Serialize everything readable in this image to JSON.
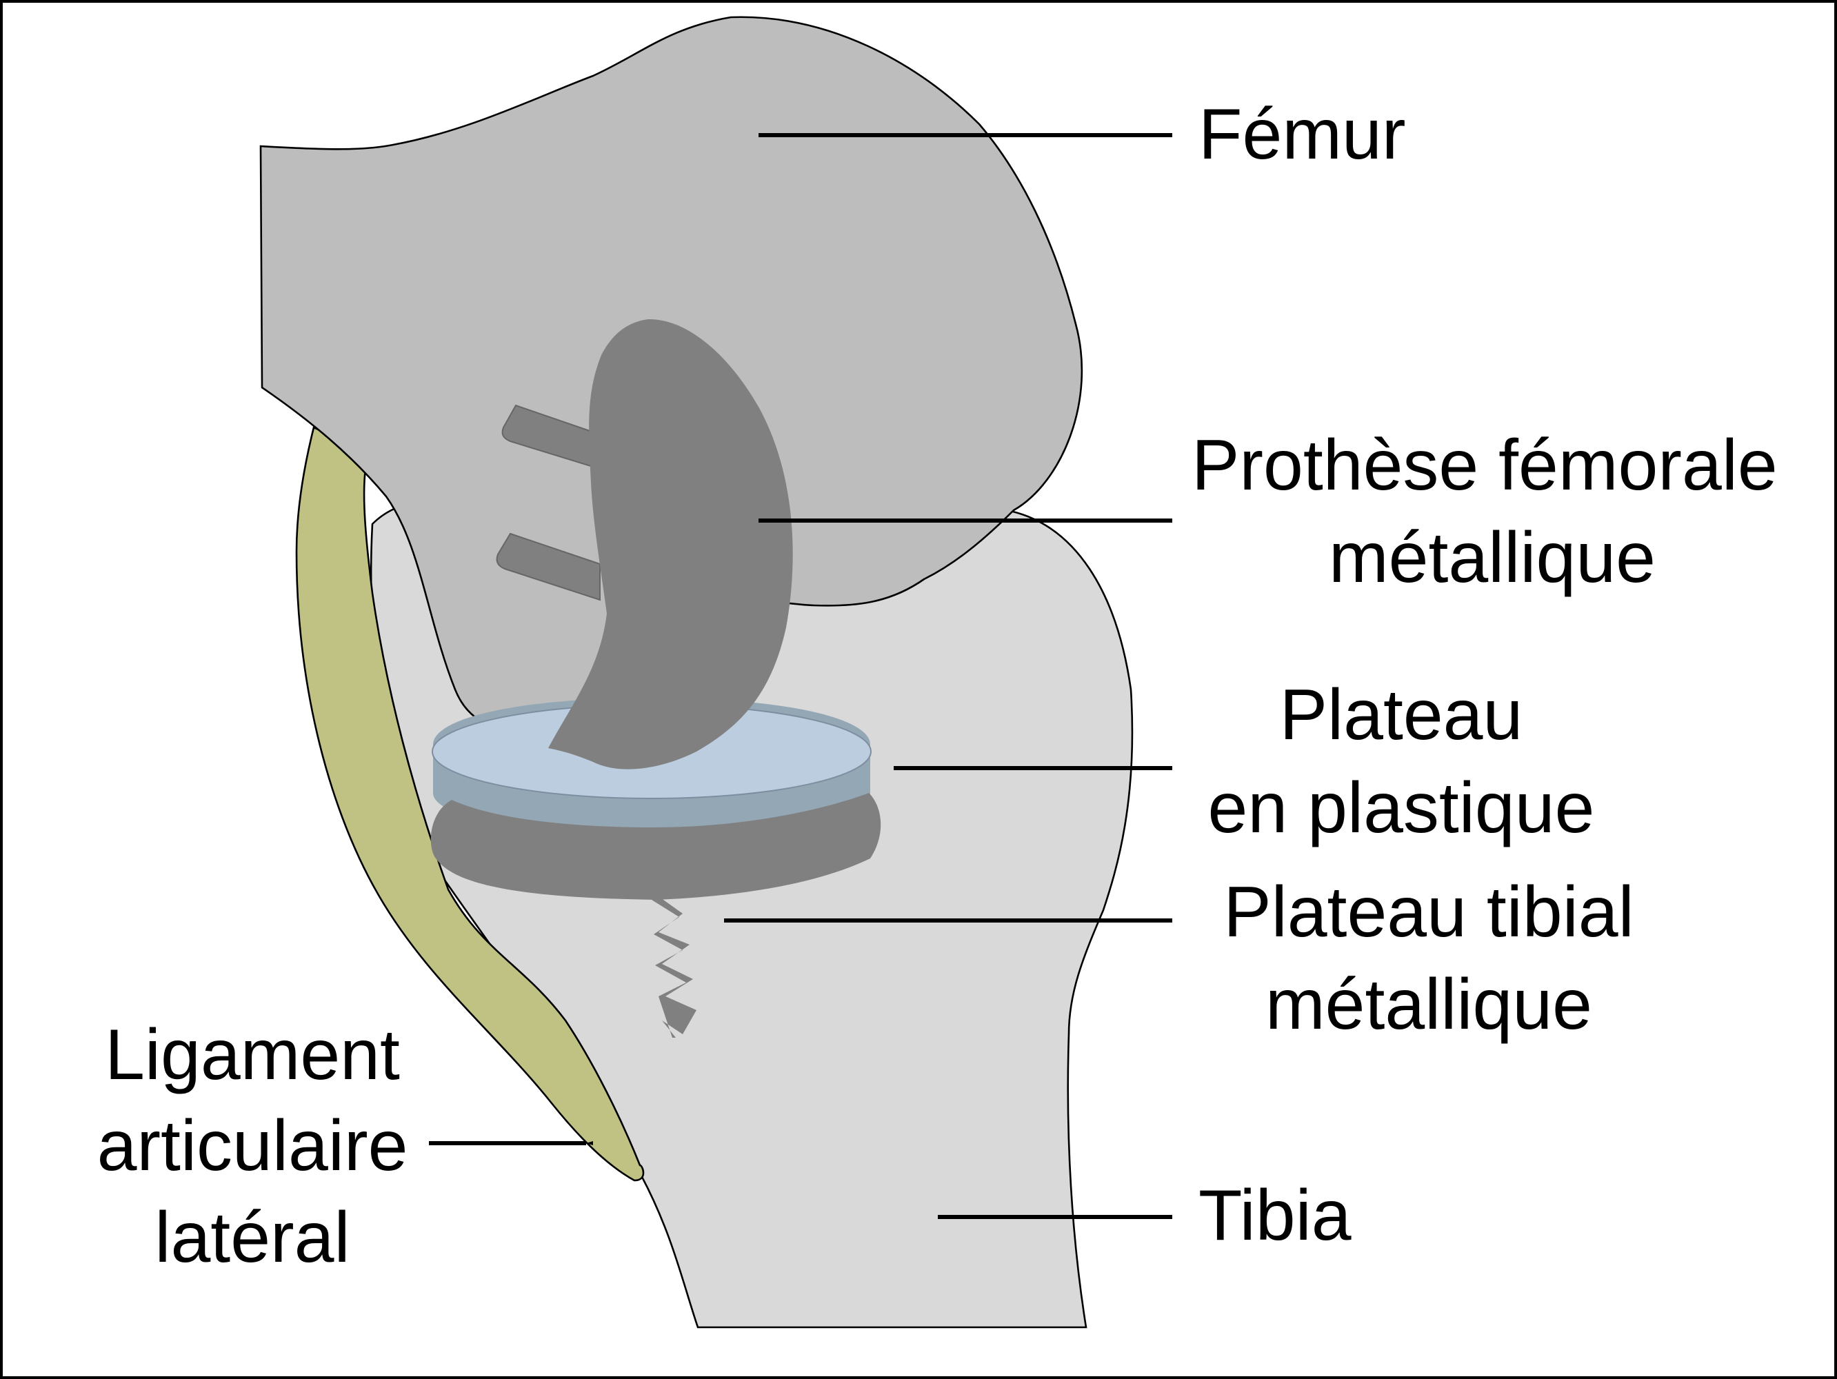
{
  "labels": {
    "femur": "Fémur",
    "femoral_prosthesis_line1": "Prothèse fémorale",
    "femoral_prosthesis_line2": "métallique",
    "plastic_plate_line1": "Plateau",
    "plastic_plate_line2": "en plastique",
    "tibial_plate_line1": "Plateau tibial",
    "tibial_plate_line2": "métallique",
    "ligament_line1": "Ligament",
    "ligament_line2": "articulaire",
    "ligament_line3": "latéral",
    "tibia": "Tibia"
  },
  "colors": {
    "femur": "#bdbdbd",
    "tibia": "#d9d9d9",
    "metal": "#808080",
    "plastic_top": "#bccddf",
    "plastic_side": "#94a7b5",
    "ligament": "#c0c283",
    "outline": "#000000"
  }
}
